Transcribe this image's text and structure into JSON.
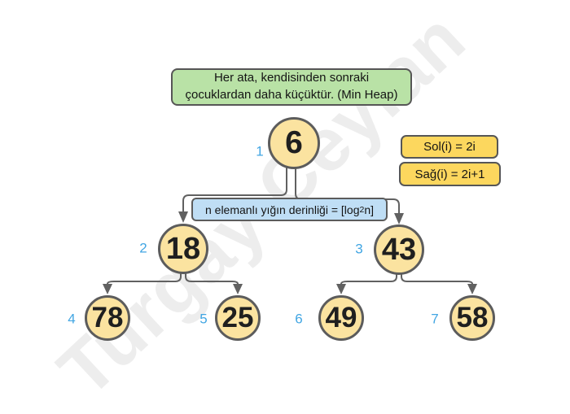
{
  "diagram_type": "binary-min-heap",
  "watermark": {
    "text": "Turgay Ceylan"
  },
  "note_box": {
    "line1": "Her ata, kendisinden sonraki",
    "line2": "çocuklardan daha küçüktür. (Min Heap)"
  },
  "formula_boxes": {
    "left_child": "Sol(i) = 2i",
    "right_child": "Sağ(i) = 2i+1"
  },
  "depth_box": {
    "prefix": "n elemanlı yığın derinliği = [log",
    "subscript": "2",
    "suffix": " n]"
  },
  "tree": {
    "nodes": [
      {
        "index": "1",
        "value": "6"
      },
      {
        "index": "2",
        "value": "18"
      },
      {
        "index": "3",
        "value": "43"
      },
      {
        "index": "4",
        "value": "78"
      },
      {
        "index": "5",
        "value": "25"
      },
      {
        "index": "6",
        "value": "49"
      },
      {
        "index": "7",
        "value": "58"
      }
    ],
    "edges": [
      [
        1,
        2
      ],
      [
        1,
        3
      ],
      [
        2,
        4
      ],
      [
        2,
        5
      ],
      [
        3,
        6
      ],
      [
        3,
        7
      ]
    ]
  },
  "colors": {
    "node_fill": "#fbe3a0",
    "node_border": "#5c5c5c",
    "edge_stroke": "#616161",
    "note_box_fill": "#b9e2a6",
    "formula_box_fill": "#fcd75e",
    "depth_box_fill": "#bfdef5",
    "index_label": "#42a6e3",
    "watermark": "#ededed"
  }
}
